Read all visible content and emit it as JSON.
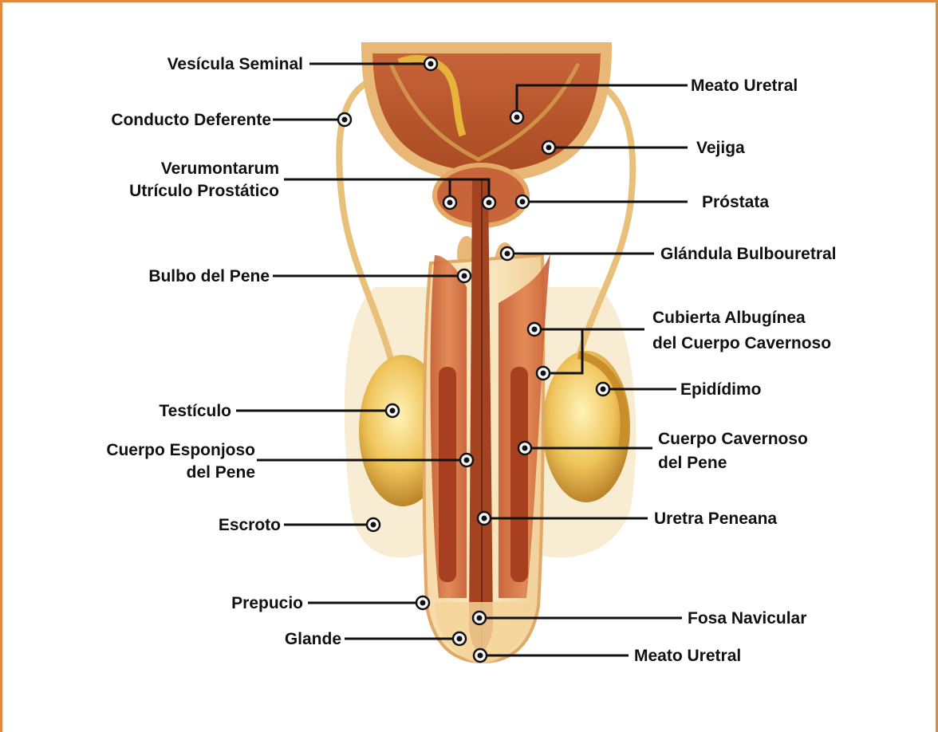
{
  "diagram": {
    "labels": {
      "vesicula_seminal": "Vesícula Seminal",
      "conducto_deferente": "Conducto Deferente",
      "verumontanum_line1": "Verumontarum",
      "verumontanum_line2": "Utrículo Prostático",
      "bulbo_del_pene": "Bulbo del Pene",
      "testiculo": "Testículo",
      "cuerpo_esponjoso_line1": "Cuerpo Esponjoso",
      "cuerpo_esponjoso_line2": "del Pene",
      "escroto": "Escroto",
      "prepucio": "Prepucio",
      "glande": "Glande",
      "meato_uretral_top": "Meato Uretral",
      "vejiga": "Vejiga",
      "prostata": "Próstata",
      "glandula_bulbouretral": "Glándula Bulbouretral",
      "cubierta_albuginea_line1": "Cubierta Albugínea",
      "cubierta_albuginea_line2": "del Cuerpo Cavernoso",
      "epididimo": "Epidídimo",
      "cuerpo_cavernoso_line1": "Cuerpo Cavernoso",
      "cuerpo_cavernoso_line2": "del Pene",
      "uretra_peneana": "Uretra Peneana",
      "fosa_navicular": "Fosa Navicular",
      "meato_uretral_bottom": "Meato Uretral"
    },
    "colors": {
      "frame_border": "#e08a3c",
      "tissue_dark": "#b8522a",
      "tissue_light": "#e8b27a",
      "gland_yellow": "#e6b43a"
    }
  }
}
